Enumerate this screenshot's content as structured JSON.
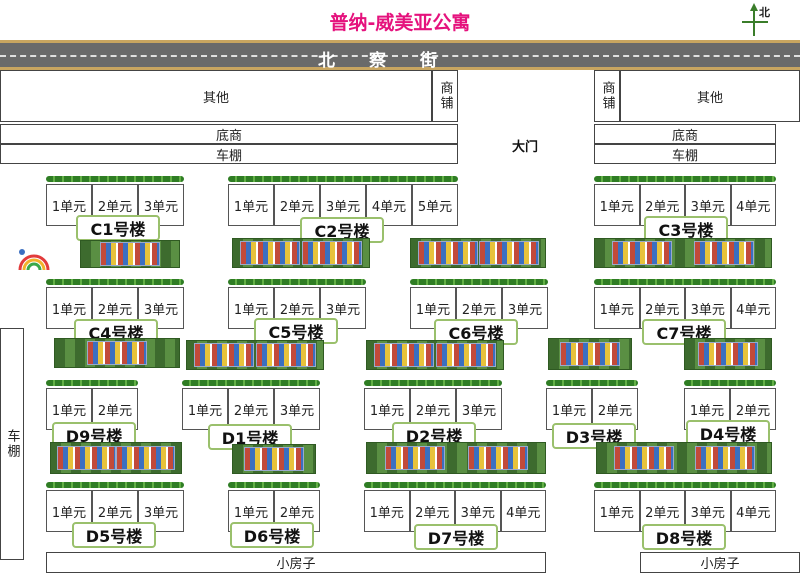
{
  "title": "普纳-威美亚公寓",
  "compass": {
    "label": "北"
  },
  "road": {
    "name": "北　　察　　街"
  },
  "areas": {
    "other_left": "其他",
    "shop_left": "商铺",
    "shop_right": "商铺",
    "other_right": "其他",
    "gate": "大门",
    "retail_left": "底商",
    "shed_left": "车棚",
    "retail_right": "底商",
    "shed_right": "车棚",
    "side_shed": "车棚",
    "small_house_left": "小房子",
    "small_house_right": "小房子"
  },
  "units": {
    "u1": "1单元",
    "u2": "2单元",
    "u3": "3单元",
    "u4": "4单元",
    "u5": "5单元"
  },
  "buildings": {
    "c1": "C1号楼",
    "c2": "C2号楼",
    "c3": "C3号楼",
    "c4": "C4号楼",
    "c5": "C5号楼",
    "c6": "C6号楼",
    "c7": "C7号楼",
    "d1": "D1号楼",
    "d2": "D2号楼",
    "d3": "D3号楼",
    "d4": "D4号楼",
    "d5": "D5号楼",
    "d6": "D6号楼",
    "d7": "D7号楼",
    "d8": "D8号楼",
    "d9": "D9号楼"
  },
  "colors": {
    "title": "#e5127d",
    "hedge": "#2f7d24",
    "label_border": "#9ac06c",
    "road": "#6a6a6a"
  }
}
